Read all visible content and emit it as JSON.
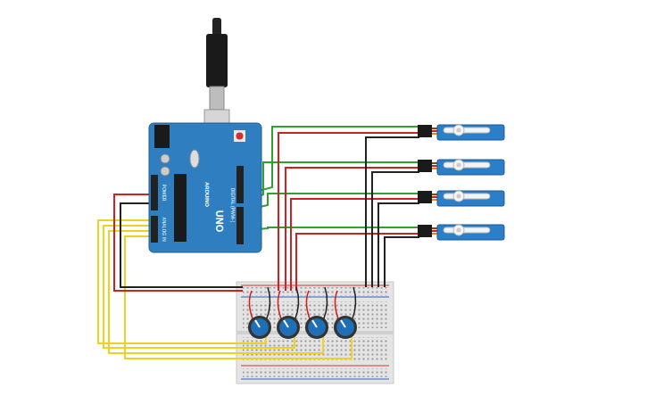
{
  "diagram": {
    "labels": [
      "UNO",
      "ARDUINO",
      "DIGITAL (PWM~)",
      "ANALOG IN",
      "POWER"
    ]
  }
}
